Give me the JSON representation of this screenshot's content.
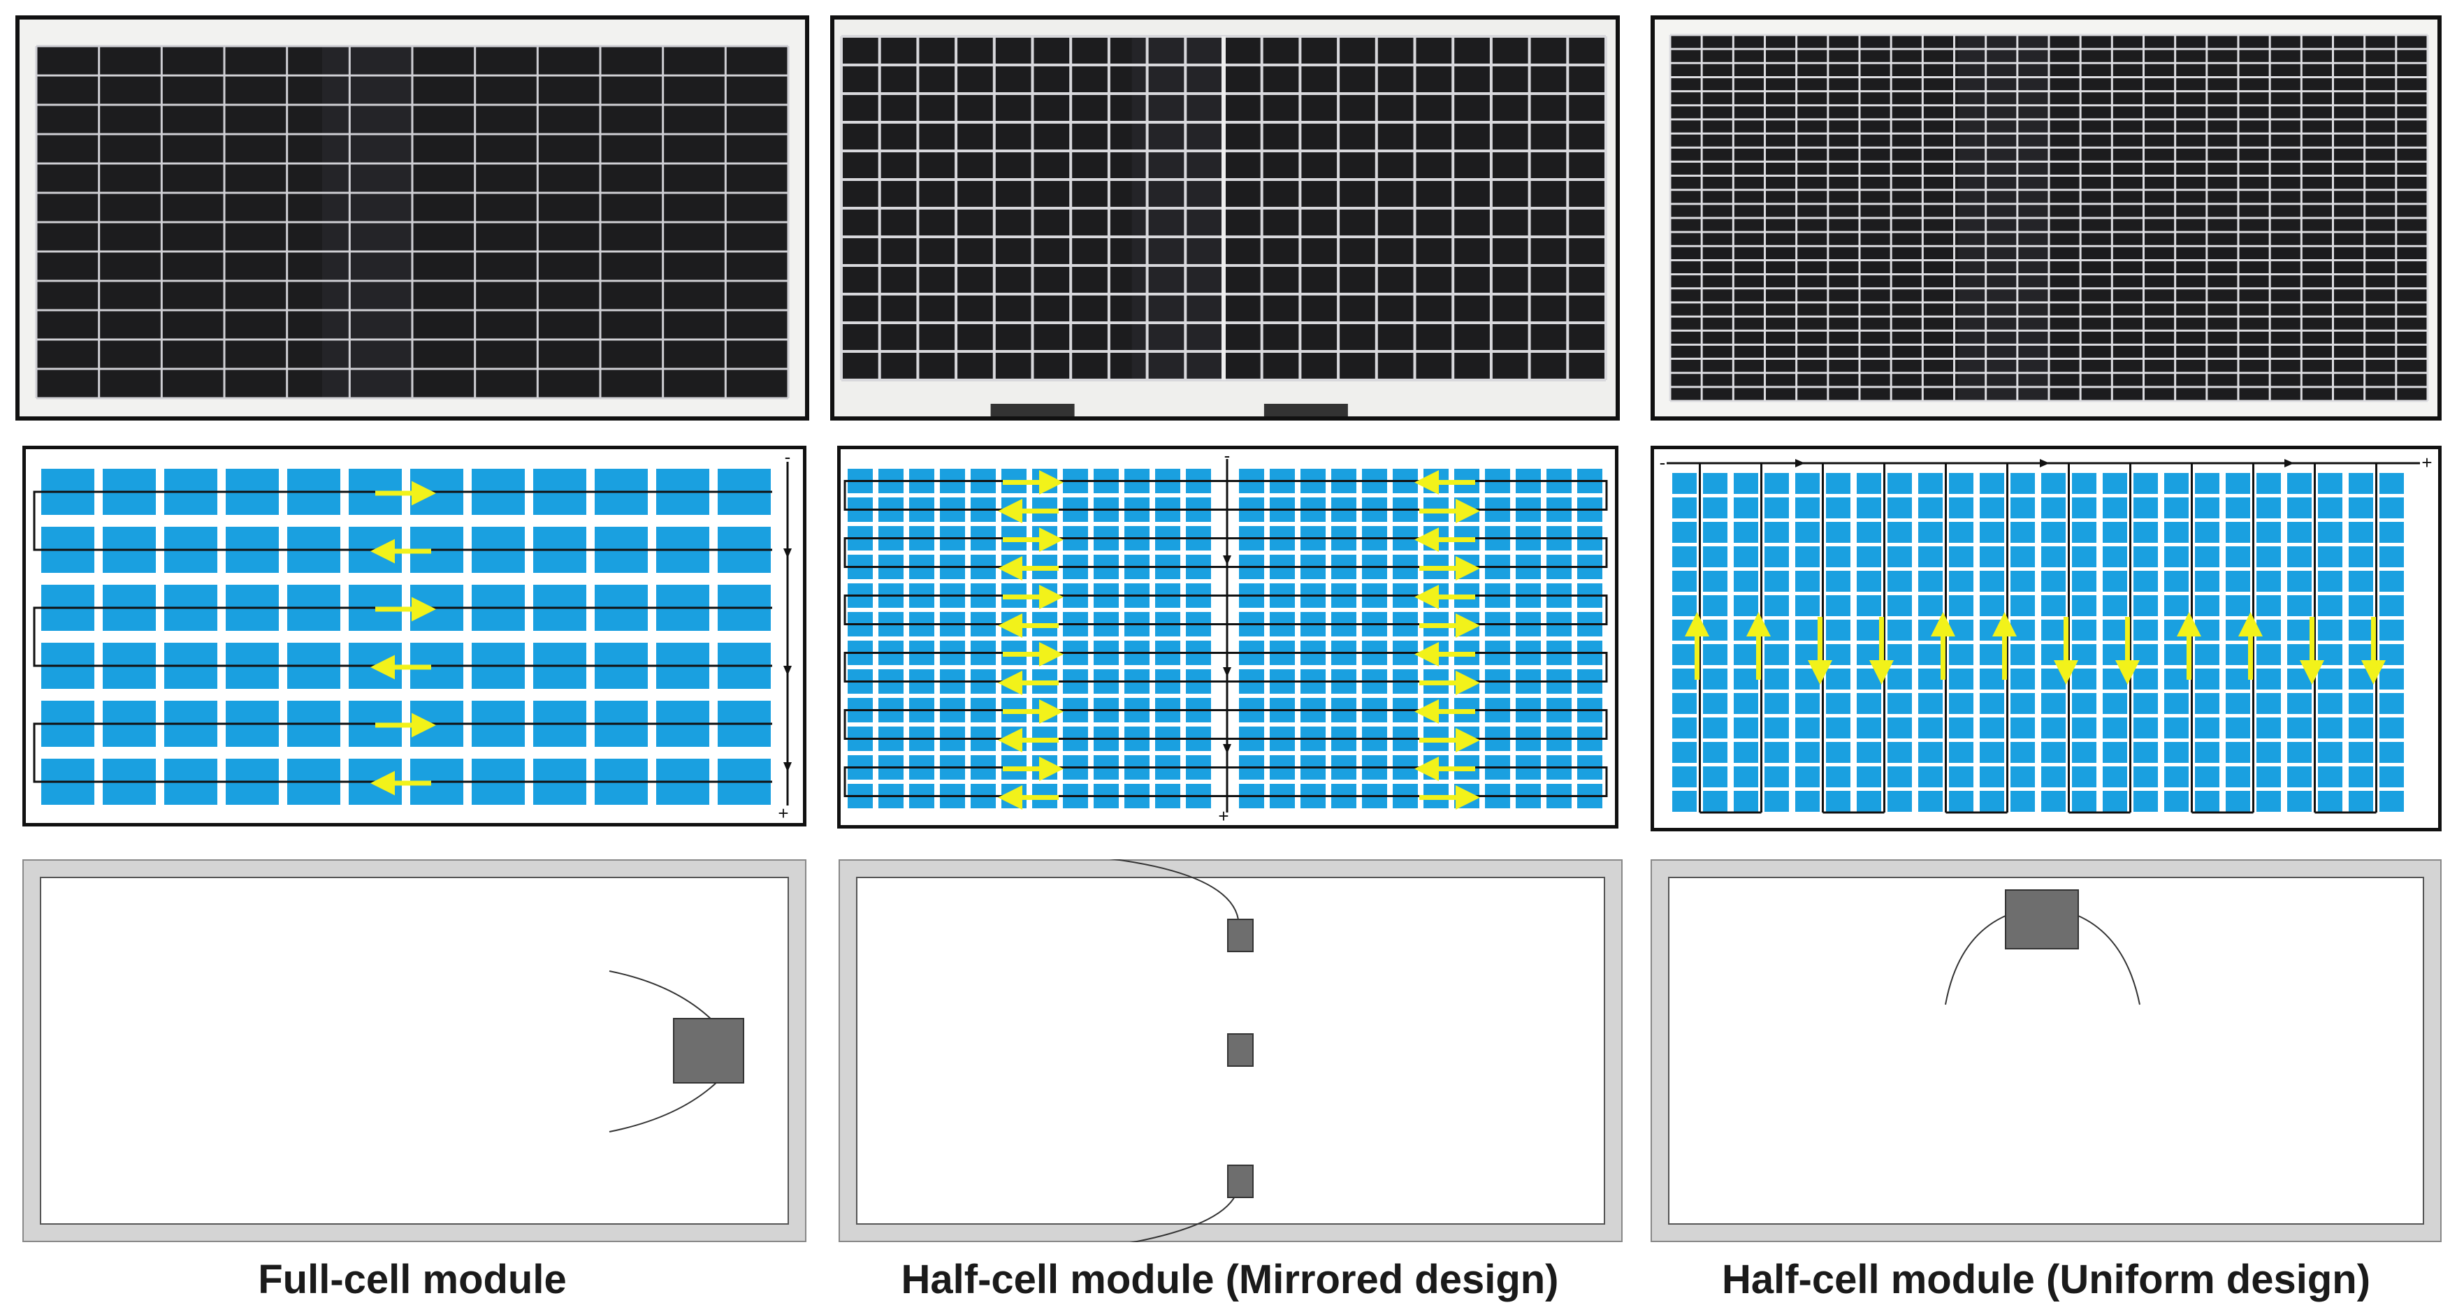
{
  "colors": {
    "cell_blue": "#1aa0e0",
    "arrow_yellow": "#f2f21a",
    "frame_gray": "#d4d4d4",
    "junction_box": "#6e6e6e",
    "panel_dark": "#1c1c1e",
    "grid_line": "#cfcfd4"
  },
  "columns": [
    {
      "id": "full",
      "caption": "Full-cell module",
      "photo_style": "full-cell",
      "diagram_type": "full",
      "junction_boxes": "single-right"
    },
    {
      "id": "mirrored",
      "caption": "Half-cell module (Mirrored design)",
      "photo_style": "half-cell-mirrored",
      "diagram_type": "mirrored",
      "junction_boxes": "three-center"
    },
    {
      "id": "uniform",
      "caption": "Half-cell module (Uniform design)",
      "photo_style": "half-cell-uniform",
      "diagram_type": "uniform",
      "junction_boxes": "single-top"
    }
  ],
  "terminal_labels": {
    "minus": "-",
    "plus": "+"
  }
}
